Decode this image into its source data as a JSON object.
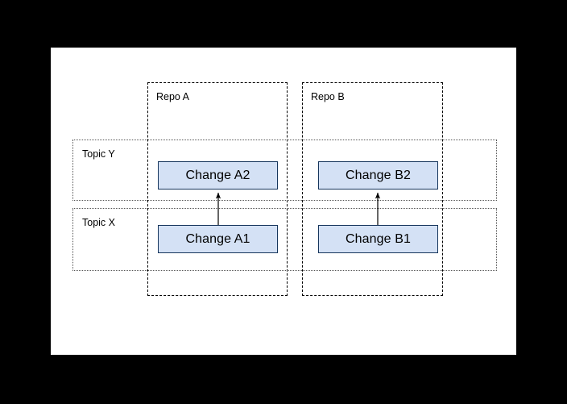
{
  "canvas": {
    "background": "#ffffff",
    "page_background": "#000000"
  },
  "colors": {
    "node_fill": "#d4e1f5",
    "node_stroke": "#16355c",
    "repo_stroke": "#000000",
    "topic_stroke": "#555555",
    "edge_stroke": "#000000",
    "text": "#000000"
  },
  "diagram": {
    "type": "grouping-diagram",
    "repos": [
      {
        "id": "repo-a",
        "label": "Repo A"
      },
      {
        "id": "repo-b",
        "label": "Repo B"
      }
    ],
    "topics": [
      {
        "id": "topic-y",
        "label": "Topic Y"
      },
      {
        "id": "topic-x",
        "label": "Topic X"
      }
    ],
    "changes": [
      {
        "id": "change-a2",
        "label": "Change A2",
        "repo": "repo-a",
        "topic": "topic-y"
      },
      {
        "id": "change-b2",
        "label": "Change B2",
        "repo": "repo-b",
        "topic": "topic-y"
      },
      {
        "id": "change-a1",
        "label": "Change A1",
        "repo": "repo-a",
        "topic": "topic-x"
      },
      {
        "id": "change-b1",
        "label": "Change B1",
        "repo": "repo-b",
        "topic": "topic-x"
      }
    ],
    "edges": [
      {
        "id": "edge-a1-a2",
        "from": "change-a1",
        "to": "change-a2",
        "arrow": "to"
      },
      {
        "id": "edge-b1-b2",
        "from": "change-b1",
        "to": "change-b2",
        "arrow": "to"
      }
    ]
  }
}
